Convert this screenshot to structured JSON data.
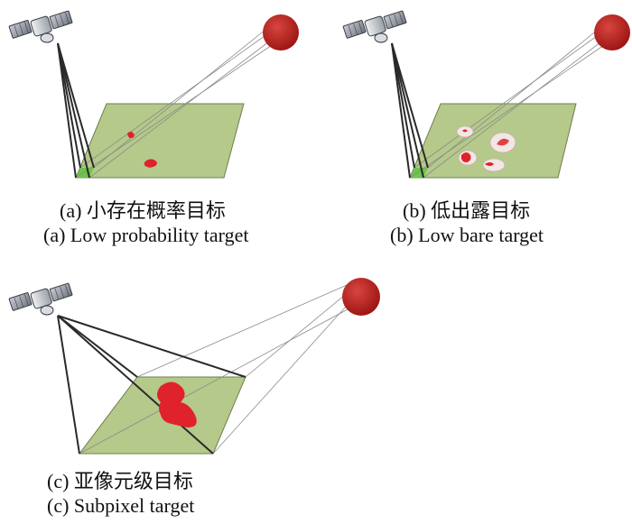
{
  "panels": [
    {
      "caption_zh": "(a) 小存在概率目标",
      "caption_en": "(a)  Low probability target"
    },
    {
      "caption_zh": "(b) 低出露目标",
      "caption_en": "(b) Low bare target"
    },
    {
      "caption_zh": "(c) 亚像元级目标",
      "caption_en": "(c)  Subpixel target"
    }
  ],
  "colors": {
    "ground": "#b5c98a",
    "ground_edge": "#6f7e4f",
    "target": "#e0222a",
    "sun": "#b8201f",
    "pixel": "#6ac846",
    "ray": "#2a2a2a",
    "sun_ray": "#8a8a8a"
  }
}
